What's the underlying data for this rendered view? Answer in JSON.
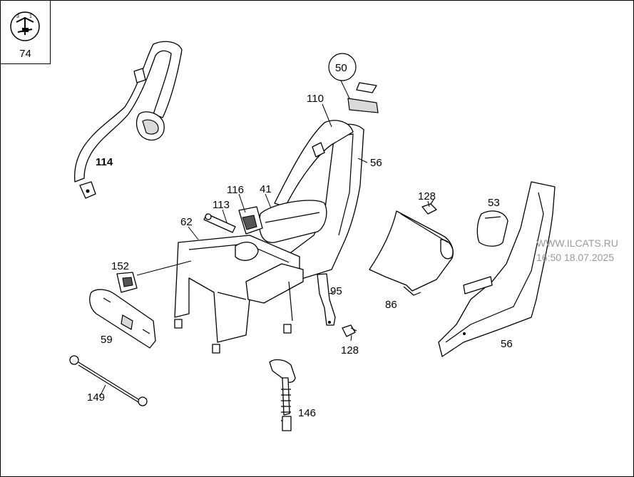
{
  "group": {
    "number": "74",
    "icon": "seat-belt-group-icon"
  },
  "watermark": {
    "line1": "WWW.ILCATS.RU",
    "line2": "16:50 18.07.2025"
  },
  "callouts": [
    {
      "id": "c114",
      "text": "114",
      "bold": true
    },
    {
      "id": "c110",
      "text": "110"
    },
    {
      "id": "c50",
      "text": "50",
      "circled": true
    },
    {
      "id": "c56a",
      "text": "56"
    },
    {
      "id": "c116",
      "text": "116"
    },
    {
      "id": "c41",
      "text": "41"
    },
    {
      "id": "c113",
      "text": "113"
    },
    {
      "id": "c62",
      "text": "62"
    },
    {
      "id": "c128a",
      "text": "128"
    },
    {
      "id": "c53",
      "text": "53"
    },
    {
      "id": "c152",
      "text": "152"
    },
    {
      "id": "c95",
      "text": "95"
    },
    {
      "id": "c86",
      "text": "86"
    },
    {
      "id": "c59",
      "text": "59"
    },
    {
      "id": "c128b",
      "text": "128"
    },
    {
      "id": "c56b",
      "text": "56"
    },
    {
      "id": "c149",
      "text": "149"
    },
    {
      "id": "c146",
      "text": "146"
    }
  ]
}
